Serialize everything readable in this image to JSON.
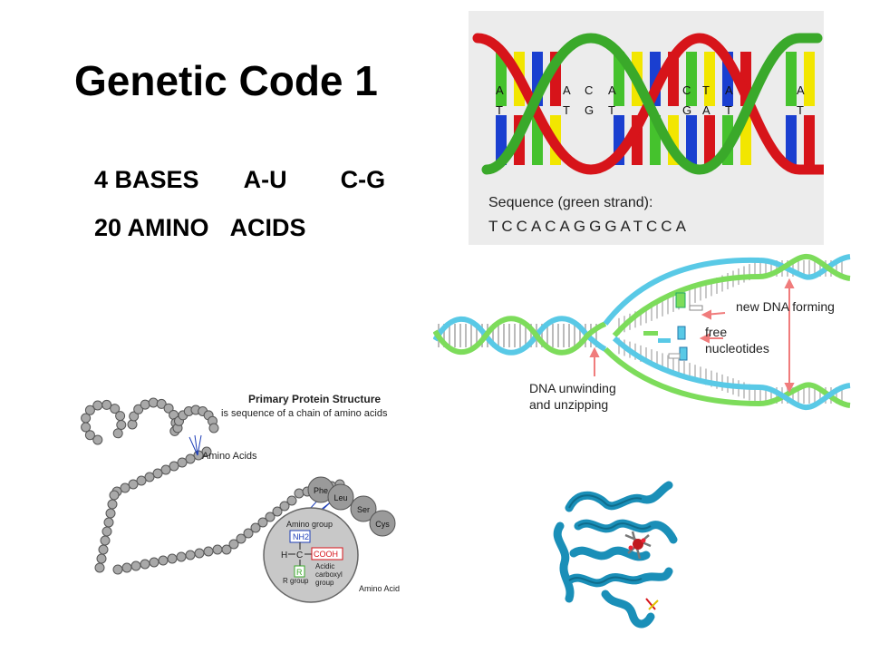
{
  "title": "Genetic Code 1",
  "bullets": {
    "line1": [
      "4 BASES",
      "A-U",
      "C-G"
    ],
    "line2": [
      "20 AMINO",
      "ACIDS"
    ]
  },
  "dna_helix": {
    "top_bases": [
      "A",
      "A",
      "C",
      "A",
      "C",
      "T",
      "A",
      "A"
    ],
    "bottom_bases": [
      "T",
      "T",
      "G",
      "T",
      "G",
      "A",
      "T",
      "T"
    ],
    "caption": "Sequence (green strand):",
    "sequence": "TCCACAGGGATCCA",
    "colors": {
      "strand_red": "#d7141a",
      "strand_green": "#3aa92a",
      "base_yellow": "#f2e600",
      "base_blue": "#1a3fd0",
      "base_green": "#45c22d",
      "base_red": "#d7141a",
      "bg": "#ececec"
    }
  },
  "replication": {
    "label_new": "new DNA forming",
    "label_free_1": "free",
    "label_free_2": "nucleotides",
    "label_unwind_1": "DNA unwinding",
    "label_unwind_2": "and unzipping",
    "colors": {
      "cyan": "#59c9e6",
      "green": "#7ddc5b",
      "arrow": "#f07c7c"
    }
  },
  "protein": {
    "title": "Primary Protein Structure",
    "subtitle": "is sequence of a chain of amino acids",
    "amino_acids_label": "Amino Acids",
    "residues": [
      "Phe",
      "Leu",
      "Ser",
      "Cys"
    ],
    "amino_group": "Amino group",
    "nh2": "NH2",
    "carbon": "C",
    "h": "H",
    "cooh": "COOH",
    "r": "R",
    "acidic_1": "Acidic",
    "acidic_2": "carboxyl",
    "acidic_3": "group",
    "r_group": "R group",
    "amino_acid": "Amino Acid"
  },
  "ribbon": {
    "color": "#1a8fb8"
  }
}
